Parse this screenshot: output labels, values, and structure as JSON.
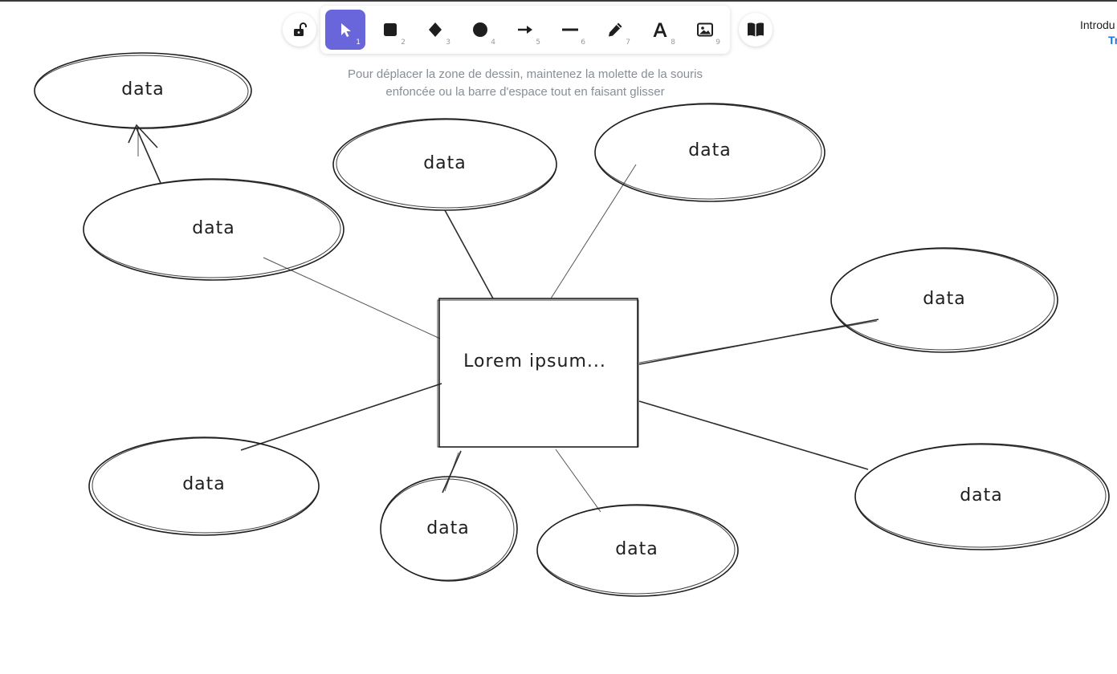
{
  "toolbar": {
    "lock_icon": "unlock-icon",
    "library_icon": "book-icon",
    "active_color": "#6965db",
    "tools": [
      {
        "name": "selection",
        "icon": "pointer-icon",
        "key": "1",
        "active": true
      },
      {
        "name": "rectangle",
        "icon": "rectangle-icon",
        "key": "2",
        "active": false
      },
      {
        "name": "diamond",
        "icon": "diamond-icon",
        "key": "3",
        "active": false
      },
      {
        "name": "ellipse",
        "icon": "circle-icon",
        "key": "4",
        "active": false
      },
      {
        "name": "arrow",
        "icon": "arrow-icon",
        "key": "5",
        "active": false
      },
      {
        "name": "line",
        "icon": "line-icon",
        "key": "6",
        "active": false
      },
      {
        "name": "draw",
        "icon": "pencil-icon",
        "key": "7",
        "active": false
      },
      {
        "name": "text",
        "icon": "text-icon",
        "key": "8",
        "active": false
      },
      {
        "name": "image",
        "icon": "image-icon",
        "key": "9",
        "active": false
      }
    ]
  },
  "hint": {
    "line1": "Pour déplacer la zone de dessin, maintenez la molette de la souris",
    "line2": "enfoncée ou la barre d'espace tout en faisant glisser"
  },
  "help": {
    "text": "Introdu",
    "link": "Tr"
  },
  "diagram": {
    "center_label": "Lorem ipsum...",
    "nodes": [
      {
        "label": "data"
      },
      {
        "label": "data"
      },
      {
        "label": "data"
      },
      {
        "label": "data"
      },
      {
        "label": "data"
      },
      {
        "label": "data"
      },
      {
        "label": "data"
      },
      {
        "label": "data"
      },
      {
        "label": "data"
      }
    ]
  }
}
